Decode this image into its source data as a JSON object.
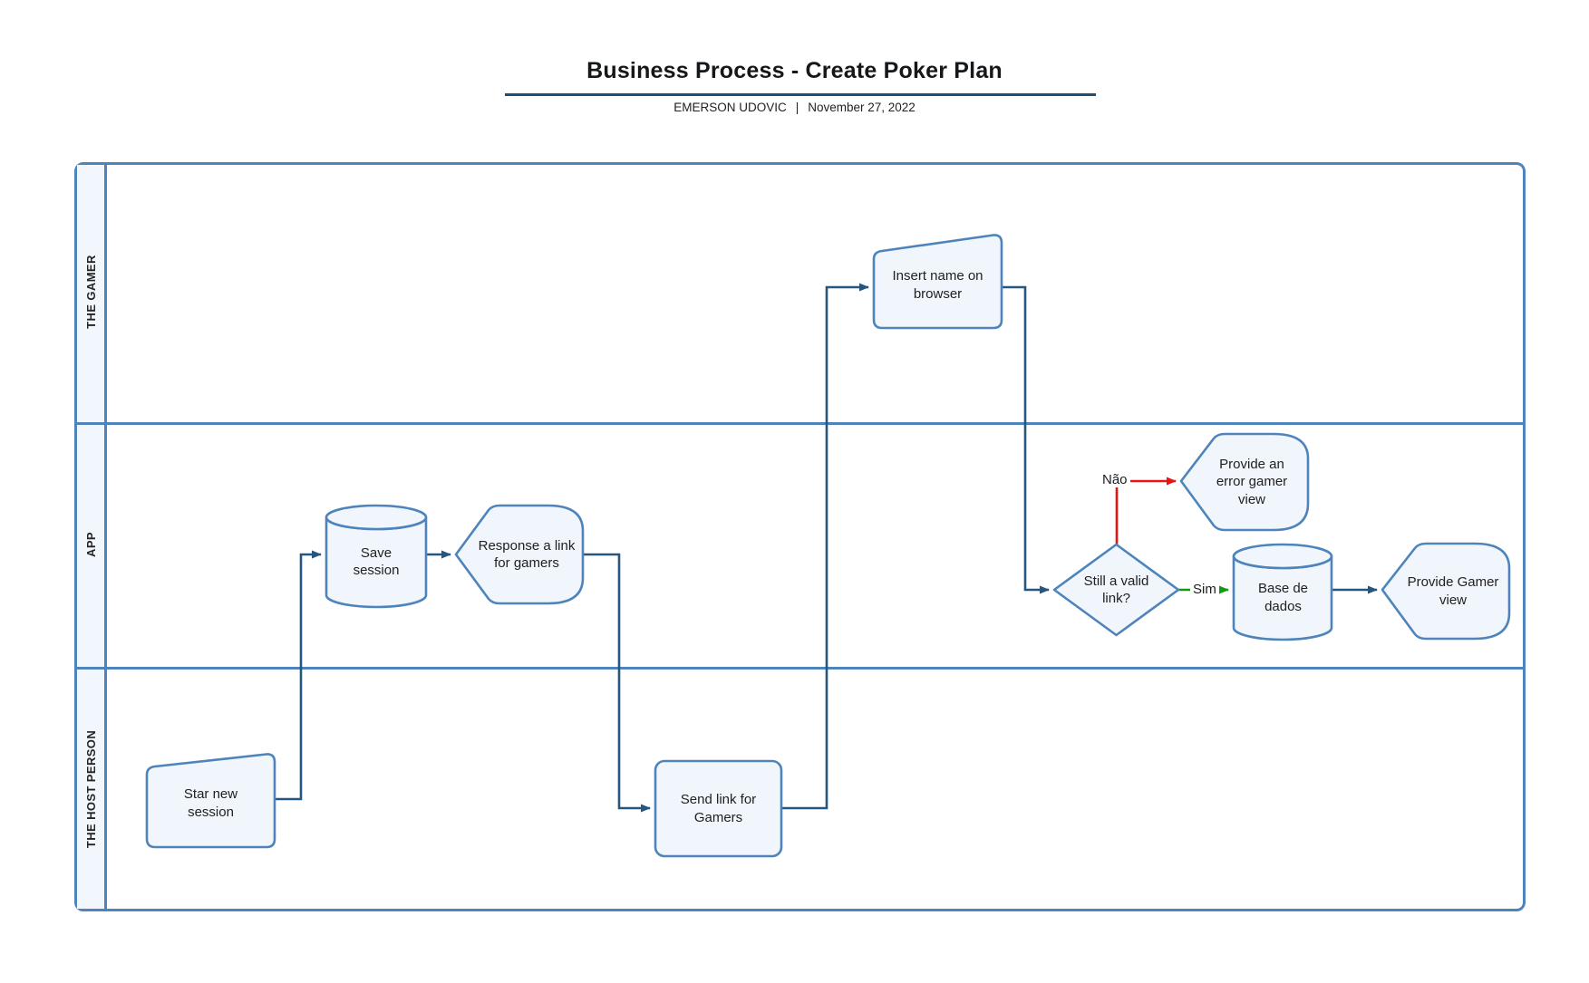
{
  "header": {
    "title": "Business Process - Create Poker Plan",
    "author": "EMERSON UDOVIC",
    "separator": "|",
    "date": "November 27, 2022"
  },
  "lanes": [
    {
      "label": "THE GAMER"
    },
    {
      "label": "APP"
    },
    {
      "label": "THE HOST PERSON"
    }
  ],
  "nodes": [
    {
      "id": "star-new-session",
      "label": "Star new session",
      "type": "manual-input",
      "lane": "THE HOST PERSON"
    },
    {
      "id": "save-session",
      "label": "Save session",
      "type": "database",
      "lane": "APP"
    },
    {
      "id": "response-link",
      "label": "Response a link for gamers",
      "type": "display",
      "lane": "APP"
    },
    {
      "id": "send-link",
      "label": "Send link for Gamers",
      "type": "process",
      "lane": "THE HOST PERSON"
    },
    {
      "id": "insert-name",
      "label": "Insert name on browser",
      "type": "manual-input",
      "lane": "THE GAMER"
    },
    {
      "id": "still-valid-link",
      "label": "Still a valid link?",
      "type": "decision",
      "lane": "APP"
    },
    {
      "id": "error-gamer-view",
      "label": "Provide an error gamer view",
      "type": "display",
      "lane": "APP"
    },
    {
      "id": "base-de-dados",
      "label": "Base de dados",
      "type": "database",
      "lane": "APP"
    },
    {
      "id": "provide-gamer-view",
      "label": "Provide Gamer view",
      "type": "display",
      "lane": "APP"
    }
  ],
  "edges": [
    {
      "from": "star-new-session",
      "to": "save-session",
      "label": "",
      "color": "#26567d"
    },
    {
      "from": "save-session",
      "to": "response-link",
      "label": "",
      "color": "#26567d"
    },
    {
      "from": "response-link",
      "to": "send-link",
      "label": "",
      "color": "#26567d"
    },
    {
      "from": "send-link",
      "to": "insert-name",
      "label": "",
      "color": "#26567d"
    },
    {
      "from": "insert-name",
      "to": "still-valid-link",
      "label": "",
      "color": "#26567d"
    },
    {
      "from": "still-valid-link",
      "to": "error-gamer-view",
      "label": "Não",
      "color": "#e81313"
    },
    {
      "from": "still-valid-link",
      "to": "base-de-dados",
      "label": "Sim",
      "color": "#129a12"
    },
    {
      "from": "base-de-dados",
      "to": "provide-gamer-view",
      "label": "",
      "color": "#26567d"
    }
  ],
  "colors": {
    "node-fill": "#f0f6fc",
    "node-stroke": "#4e84bb",
    "lane-stroke": "#4e84bb",
    "lane-label-fill": "#f2f7fd",
    "connector": "#26567d",
    "edge-no": "#e81313",
    "edge-yes": "#129a12",
    "title-underline": "#1d4e73"
  }
}
